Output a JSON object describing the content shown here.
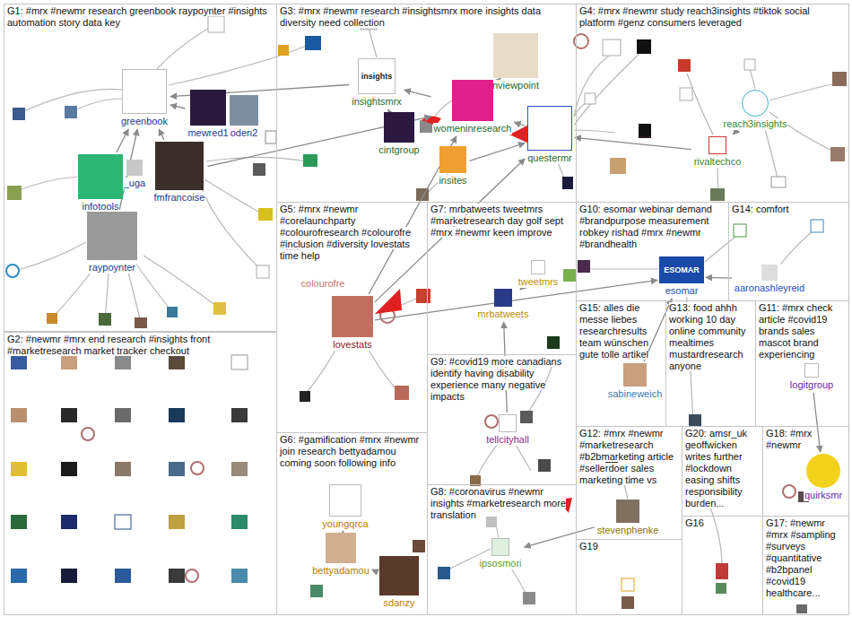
{
  "diagram": {
    "nodes": [
      {
        "text": [
          "G1: #mrx #newmr research greenbook raypoynter #insights automation story data key"
        ]
      },
      {
        "text": [
          "greenbook"
        ],
        "in": 0
      },
      {
        "text": [
          "mewred1"
        ],
        "in": 0
      },
      {
        "text": [
          "oden2"
        ],
        "in": 0
      },
      {
        "text": [
          "infotools"
        ],
        "in": 0
      },
      {
        "text": [
          "_uga"
        ],
        "in": 0
      },
      {
        "text": [
          "fmfrancoise"
        ],
        "in": 0
      },
      {
        "text": [
          "raypoynter"
        ],
        "in": 0
      },
      {
        "text": [
          "G2: #newmr #mrx end research #insights front #marketresearch market tracker checkout"
        ]
      },
      {
        "text": [
          "G3: #mrx #newmr research #insightsmrx more insights data diversity need collection"
        ]
      },
      {
        "text": [
          "insightsmrx"
        ],
        "in": 9
      },
      {
        "text": [
          "nviewpoint"
        ],
        "in": 9
      },
      {
        "text": [
          "womeninresearch"
        ],
        "in": 9
      },
      {
        "text": [
          "cintgroup"
        ],
        "in": 9
      },
      {
        "text": [
          "questermr"
        ],
        "in": 9
      },
      {
        "text": [
          "insites"
        ],
        "in": 9
      },
      {
        "text": [
          "G4: #mrx #newmr study reach3insights #tiktok social platform #genz consumers leveraged"
        ]
      },
      {
        "text": [
          "reach3insights"
        ],
        "in": 16
      },
      {
        "text": [
          "rivaltechco"
        ],
        "in": 16
      },
      {
        "text": [
          "G5: #mrx #newmr #corelaunchparty #colourofresearch #colourofre #inclusion #diversity lovestats time help"
        ]
      },
      {
        "text": [
          "colourofre"
        ],
        "in": 19
      },
      {
        "text": [
          "lovestats"
        ],
        "in": 19
      },
      {
        "text": [
          "G6: #gamification #mrx #newmr join research bettyadamou coming soon following info"
        ]
      },
      {
        "text": [
          "youngqrca"
        ],
        "in": 22
      },
      {
        "text": [
          "bettyadamou"
        ],
        "in": 22
      },
      {
        "text": [
          "sdanzy"
        ],
        "in": 22
      },
      {
        "text": [
          "G7: mrbatweets tweetmrs #marketresearch day golf sept #mrx #newmr keen improve"
        ]
      },
      {
        "text": [
          "tweetmrs"
        ],
        "in": 26
      },
      {
        "text": [
          "mrbatweets"
        ],
        "in": 26
      },
      {
        "text": [
          "G8: #coronavirus #newmr insights #marketresearch more translation"
        ]
      },
      {
        "text": [
          "ipsosmori"
        ],
        "in": 29
      },
      {
        "text": [
          "G9: #covid19 more canadians identify having disability experience many negative impacts"
        ]
      },
      {
        "text": [
          "tellcityhall"
        ],
        "in": 31
      },
      {
        "text": [
          "G10: esomar webinar demand #brandpurpose measurement robkey rishad #mrx #newmr #brandhealth"
        ]
      },
      {
        "text": [
          "esomar"
        ],
        "in": 33
      },
      {
        "text": [
          "G14: comfort"
        ]
      },
      {
        "text": [
          "aaronashleyreid"
        ],
        "in": 35
      },
      {
        "text": [
          "G15: alles die messe liebes researchresults team wünschen gute tolle artikel"
        ]
      },
      {
        "text": [
          "sabineweich"
        ],
        "in": 37
      },
      {
        "text": [
          "G13: food ahhh working 10 day online community mealtimes mustardresearch anyone"
        ]
      },
      {
        "text": [
          "G11: #mrx check article #covid19 brands sales mascot brand experiencing"
        ]
      },
      {
        "text": [
          "logitgroup"
        ],
        "in": 40
      },
      {
        "text": [
          "G12: #mrx #newmr #marketresearch #b2bmarketing article #sellerdoer sales marketing time vs"
        ]
      },
      {
        "text": [
          "stevenphenke"
        ],
        "in": 42
      },
      {
        "text": [
          "G20: amsr_uk geoffwicken writes further #lockdown easing shifts responsibility burden..."
        ]
      },
      {
        "text": [
          "G18: #mrx #newmr"
        ]
      },
      {
        "text": [
          "quirksmr"
        ],
        "in": 45
      },
      {
        "text": [
          "G19"
        ]
      },
      {
        "text": [
          "G16"
        ]
      },
      {
        "text": [
          "G17: #newmr #mrx #sampling #surveys #quantitative #b2bpanel #covid19 healthcare..."
        ]
      }
    ],
    "edges": [
      {
        "from": 7,
        "to": 1,
        "arrow": "to"
      },
      {
        "from": 6,
        "to": 1,
        "arrow": "to"
      },
      {
        "from": 4,
        "to": 1,
        "arrow": "to"
      },
      {
        "from": 2,
        "to": 1,
        "arrow": "to"
      },
      {
        "from": 7,
        "to": 4,
        "arrow": "to"
      },
      {
        "from": 10,
        "to": 1,
        "arrow": "to"
      },
      {
        "from": 6,
        "to": 12,
        "arrow": "to"
      },
      {
        "from": 14,
        "to": 12,
        "arrow": "to"
      },
      {
        "from": 12,
        "to": 10,
        "arrow": "to"
      },
      {
        "from": 13,
        "to": 10,
        "arrow": "to"
      },
      {
        "from": 11,
        "to": 12,
        "arrow": "to"
      },
      {
        "from": 18,
        "to": 14,
        "arrow": "to"
      },
      {
        "from": 17,
        "to": 18,
        "arrow": "to"
      },
      {
        "from": 21,
        "to": 12,
        "arrow": "to"
      },
      {
        "from": 21,
        "to": 14,
        "arrow": "to"
      },
      {
        "from": 28,
        "to": 27,
        "arrow": "to"
      },
      {
        "from": 32,
        "to": 28,
        "arrow": "to"
      },
      {
        "from": 38,
        "to": 34,
        "arrow": "to"
      },
      {
        "from": 21,
        "to": 34,
        "arrow": "to"
      },
      {
        "from": 23,
        "to": 24,
        "arrow": "to"
      },
      {
        "from": 25,
        "to": 24,
        "arrow": "to"
      },
      {
        "from": 43,
        "to": 30,
        "arrow": "to"
      },
      {
        "from": 41,
        "to": 46,
        "arrow": "to"
      },
      {
        "from": 36,
        "to": 34,
        "arrow": "to"
      },
      {
        "from": 15,
        "to": 14,
        "arrow": "to"
      }
    ],
    "labels": [
      "ESOMAR",
      "insights"
    ]
  }
}
